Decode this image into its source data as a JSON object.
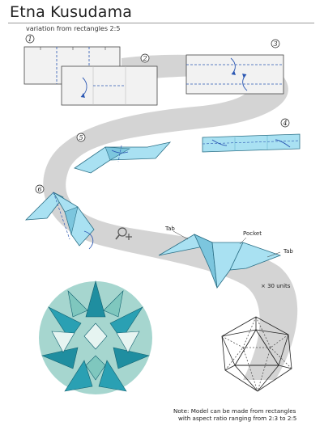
{
  "header": {
    "title": "Etna Kusudama",
    "subtitle": "variation from rectangles 2:5"
  },
  "steps": [
    {
      "number": "1"
    },
    {
      "number": "2"
    },
    {
      "number": "3"
    },
    {
      "number": "4"
    },
    {
      "number": "5"
    },
    {
      "number": "6"
    }
  ],
  "unit_labels": {
    "tab_left": "Tab",
    "pocket": "Pocket",
    "tab_right": "Tab",
    "count": "× 30 units"
  },
  "note": {
    "line1": "Note: Model can be made from rectangles",
    "line2": "with aspect ratio ranging from 2:3 to 2:5"
  },
  "colors": {
    "path": "#cfcfcf",
    "paper_white": "#f2f2f2",
    "paper_blue": "#a9e1f2",
    "paper_blue_dark": "#7cc6de",
    "fold_line": "#2b57b3",
    "ball_teal": "#1f8ea0",
    "ball_light": "#a6d6cf"
  },
  "icons": [
    "zoom-in-icon"
  ]
}
